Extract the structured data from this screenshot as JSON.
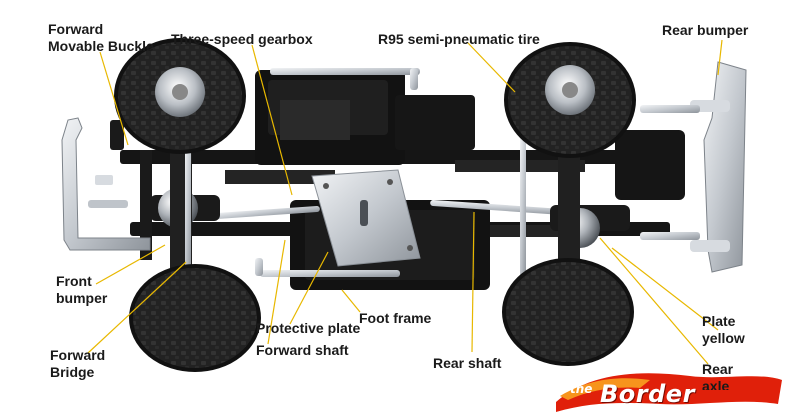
{
  "labels": {
    "forward_movable_buckle": [
      "Forward",
      "Movable Buckle"
    ],
    "three_speed_gearbox": "Three-speed gearbox",
    "r95_tire": "R95 semi-pneumatic tire",
    "rear_bumper": "Rear bumper",
    "front_bumper": [
      "Front",
      "bumper"
    ],
    "forward_bridge": [
      "Forward",
      "Bridge"
    ],
    "protective_plate": "Protective plate",
    "forward_shaft": "Forward shaft",
    "foot_frame": "Foot frame",
    "rear_shaft": "Rear shaft",
    "plate_yellow": [
      "Plate",
      "yellow"
    ],
    "rear_axle": [
      "Rear",
      "axle"
    ]
  },
  "logo": {
    "prefix": "the",
    "name": "Border"
  },
  "colors": {
    "leader_line": "#e8b800",
    "label_text": "#1a1a1a",
    "chassis_black": "#151515",
    "tire_black": "#1e1e1e",
    "silver": "#c8ccd2",
    "logo_red": "#e0200a",
    "logo_orange": "#f7941d"
  }
}
